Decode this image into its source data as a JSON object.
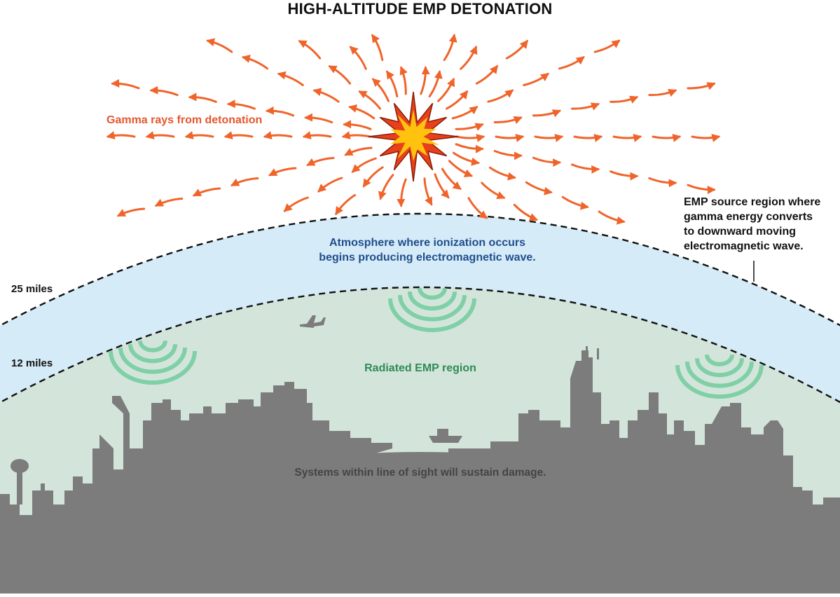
{
  "title": "HIGH-ALTITUDE EMP DETONATION",
  "labels": {
    "gamma_rays": "Gamma rays from detonation",
    "atmosphere": "Atmosphere where ionization occurs begins producing electromagnetic wave.",
    "atmosphere_lines": [
      "Atmosphere where ionization occurs",
      "begins producing electromagnetic wave."
    ],
    "source_region": "EMP source region where gamma energy converts to downward moving electromagnetic wave.",
    "source_region_lines": [
      "EMP source region where",
      "gamma energy converts",
      "to downward moving",
      "electromagnetic wave."
    ],
    "altitude_25": "25 miles",
    "altitude_12": "12 miles",
    "radiated_region": "Radiated EMP region",
    "damage_note": "Systems within line of sight will sustain damage."
  },
  "colors": {
    "gamma_arrows": "#f0642a",
    "explosion_outer": "#e8401c",
    "explosion_inner": "#ffc20e",
    "ionosphere_band": "#d6ebf8",
    "radiated_band": "#d3e5da",
    "emp_waves": "#7fcfa7",
    "skyline": "#7c7c7c",
    "boundary_dash": "#111111",
    "atmosphere_text": "#1f4e8c",
    "radiated_text": "#2e8b57"
  },
  "icons": [
    "explosion-icon",
    "airplane-icon",
    "ship-icon",
    "wave-emitter-icon"
  ]
}
